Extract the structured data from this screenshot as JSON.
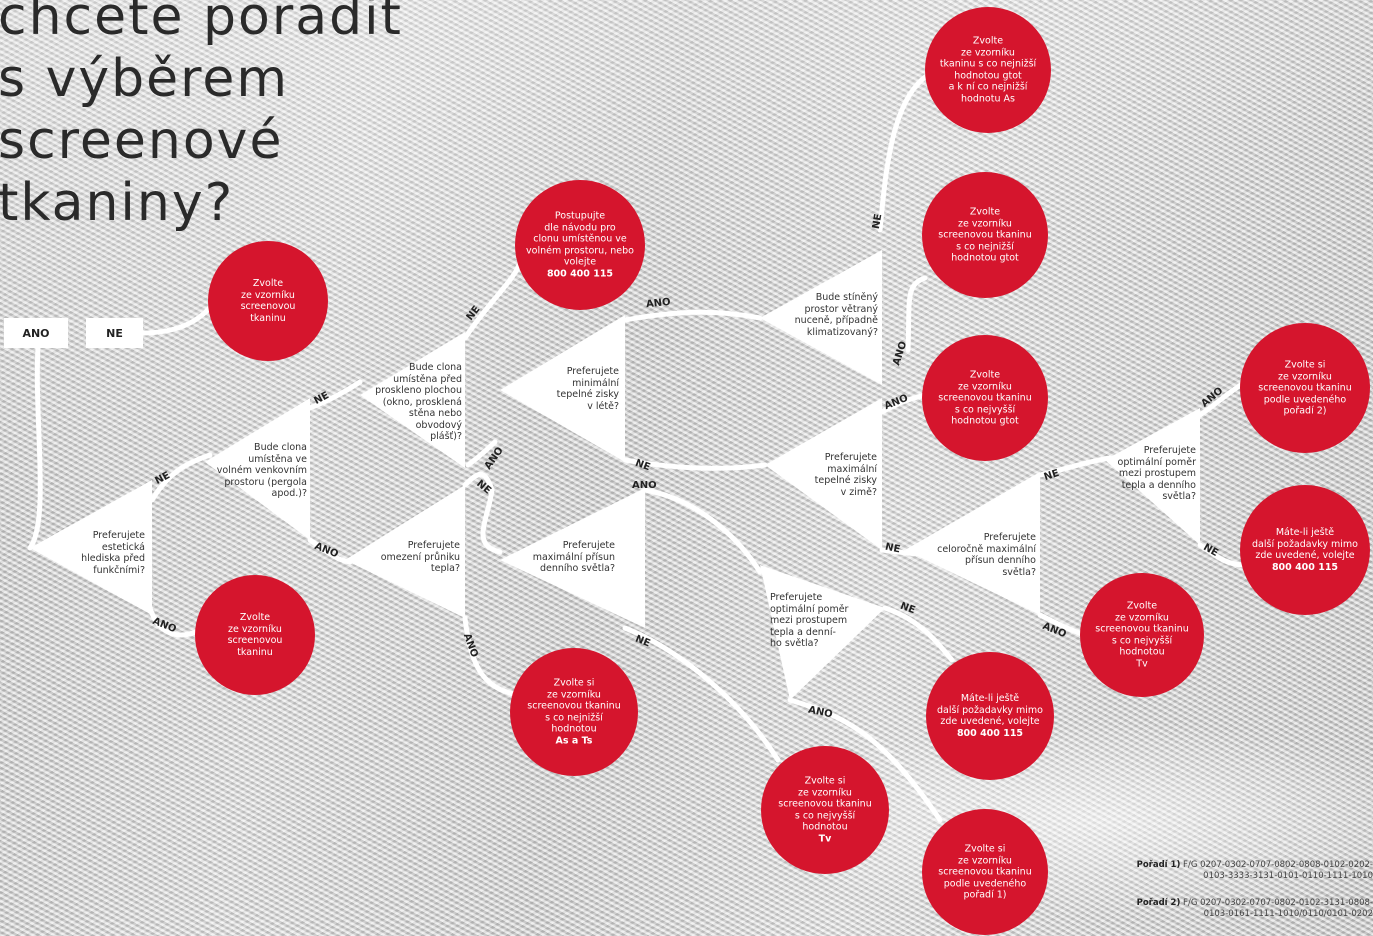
{
  "title": "chcete poradit\ns výběrem\nscreenové\ntkaniny?",
  "start": {
    "ano": "ANO",
    "ne": "NE"
  },
  "yes": "ANO",
  "no": "NE",
  "questions": {
    "q1": "Preferujete\nestetická\nhlediska před\nfunkčními?",
    "q2": "Bude clona\numístěna ve\nvolném venkovním\nprostoru (pergola\napod.)?",
    "q3": "Bude clona\numístěna před\nproskleno plochou\n(okno, prosklená\nstěna nebo\nobvodový\nplášť)?",
    "q4": "Preferujete\nomezení průniku\ntepla?",
    "q5": "Preferujete\nminimální\ntepelné zisky\nv létě?",
    "q6": "Preferujete\nmaximální přísun\ndenního světla?",
    "q7": "Bude stíněný\nprostor větraný\nnuceně, případně\nklimatizovaný?",
    "q8": "Preferujete\nmaximální\ntepelné zisky\nv zimě?",
    "q9": "Preferujete\noptimální poměr\nmezi prostupem\ntepla a denní-\nho světla?",
    "q10": "Preferujete\nceloročně maximální\npřísun denního\nsvětla?",
    "q11": "Preferujete\noptimální poměr\nmezi prostupem\ntepla a denního\nsvětla?"
  },
  "results": {
    "r1": {
      "text": "Zvolte\nze vzorníku\nscreenovou\ntkaninu",
      "bold": ""
    },
    "r2": {
      "text": "Zvolte\nze vzorníku\nscreenovou\ntkaninu",
      "bold": ""
    },
    "r3": {
      "text": "Postupujte\ndle návodu pro\nclonu umístěnou ve\nvolném prostoru, nebo\nvolejte",
      "bold": "800 400 115"
    },
    "r4": {
      "text": "Zvolte si\nze vzorníku\nscreenovou tkaninu\ns co nejnižší\nhodnotou",
      "bold": "As a Ts"
    },
    "r5": {
      "text": "Zvolte si\nze vzorníku\nscreenovou tkaninu\ns co nejvyšší\nhodnotou",
      "bold": "Tv"
    },
    "r6": {
      "text": "Zvolte si\nze vzorníku\nscreenovou tkaninu\npodle uvedeného\npořadí 1)",
      "bold": ""
    },
    "r7": {
      "text": "Zvolte\nze vzorníku\ntkaninu s co nejnižší\nhodnotou gtot\na k ní co nejnižší\nhodnotu As",
      "bold": ""
    },
    "r8": {
      "text": "Zvolte\nze vzorníku\nscreenovou tkaninu\ns co nejnižší\nhodnotou gtot",
      "bold": ""
    },
    "r9": {
      "text": "Zvolte\nze vzorníku\nscreenovou tkaninu\ns co nejvyšší\nhodnotou gtot",
      "bold": ""
    },
    "r10": {
      "text": "Máte-li ještě\ndalší požadavky mimo\nzde uvedené, volejte",
      "bold": "800 400 115"
    },
    "r11": {
      "text": "Zvolte\nze vzorníku\nscreenovou tkaninu\ns co nejvyšší\nhodnotou\nTv",
      "bold": ""
    },
    "r12": {
      "text": "Zvolte si\nze vzorníku\nscreenovou tkaninu\npodle uvedeného\npořadí 2)",
      "bold": ""
    },
    "r13": {
      "text": "Máte-li ještě\ndalší požadavky mimo\nzde uvedené, volejte",
      "bold": "800 400 115"
    }
  },
  "footnotes": {
    "f1_label": "Pořadí 1)",
    "f1_text": " F/G 0207-0302-0707-0802-0808-0102-0202-\n0103-3333-3131-0101-0110-1111-1010",
    "f2_label": "Pořadí 2)",
    "f2_text": " F/G 0207-0302-0707-0802-0102-3131-0808-\n0103-0161-1111-1010/0110/0101-0202"
  },
  "colors": {
    "accent": "#d5152d",
    "line": "#ffffff"
  }
}
